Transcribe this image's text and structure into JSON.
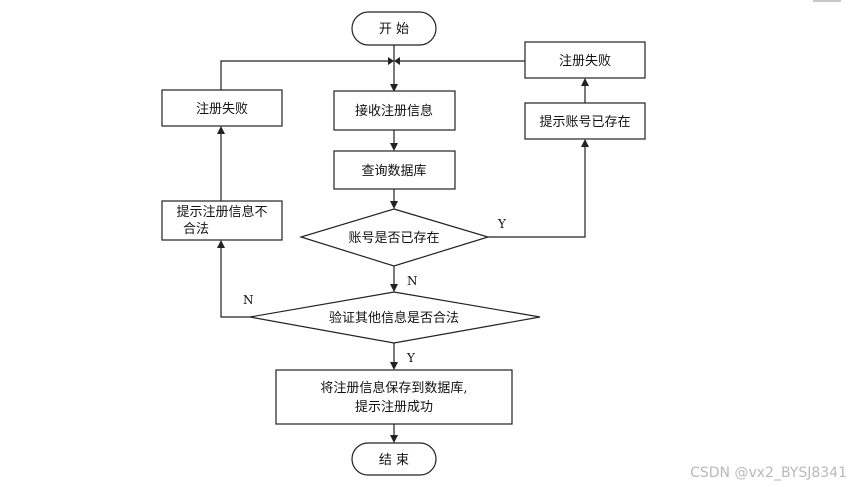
{
  "diagram": {
    "nodes": {
      "start": "开 始",
      "receive": "接收注册信息",
      "query": "查询数据库",
      "account_exists": "账号是否已存在",
      "validate": "验证其他信息是否合法",
      "save_line1": "将注册信息保存到数据库,",
      "save_line2": "提示注册成功",
      "end": "结 束",
      "prompt_exists": "提示账号已存在",
      "fail_right": "注册失败",
      "prompt_invalid_line1": "提示注册信息不",
      "prompt_invalid_line2": "合法",
      "fail_left": "注册失败"
    },
    "edges": {
      "exists_yes": "Y",
      "exists_no": "N",
      "validate_no": "N",
      "validate_yes": "Y"
    }
  },
  "watermark": "CSDN @vx2_BYSJ8341"
}
